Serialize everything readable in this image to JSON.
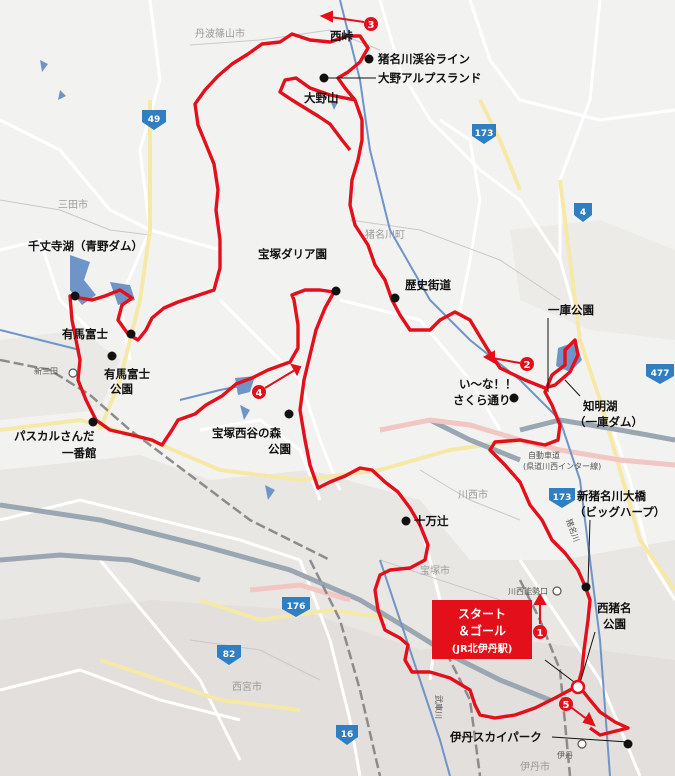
{
  "areas": {
    "tanba_sasayama": "丹波篠山市",
    "sanda": "三田市",
    "inagawa": "猪名川町",
    "kawanishi": "川西市",
    "takarazuka": "宝塚市",
    "nishinomiya": "西宮市",
    "itami": "伊丹市"
  },
  "places": {
    "nishitoge": "西峠",
    "inagawa_keikoku": "猪名川渓谷ライン",
    "ono_alps": "大野アルプスランド",
    "onoyama": "大野山",
    "senjoji_1": "千丈寺湖（青野ダム）",
    "takarazuka_dahlia": "宝塚ダリア園",
    "rekishi_kaido": "歴史街道",
    "ichiko_park": "一庫公園",
    "arima_fuji": "有馬富士",
    "arima_fuji_park_1": "有馬富士",
    "arima_fuji_park_2": "公園",
    "shinsanda": "新三田",
    "iina_1": "い～な！！",
    "iina_2": "さくら通り",
    "chimyo_1": "知明湖",
    "chimyo_2": "（一庫ダム）",
    "pascal_1": "パスカルさんだ",
    "pascal_2": "一番館",
    "takarazuka_nishitani_1": "宝塚西谷の森",
    "takarazuka_nishitani_2": "公園",
    "jitsumanji": "十万辻",
    "shin_inagawa_1": "新猪名川大橋",
    "shin_inagawa_2": "（ビッグハープ）",
    "nishi_inana_1": "西猪名",
    "nishi_inana_2": "公園",
    "kawanishi_noseguchi": "川西能勢口",
    "itami_skypark": "伊丹スカイパーク",
    "itami_station": "伊丹",
    "jidosha_1": "自動車道",
    "jidosha_2": "(県道川西インター線)",
    "inagawa_river": "猪名川",
    "muko_river": "武庫川"
  },
  "start": {
    "line1": "スタート",
    "line2": "＆ゴール",
    "line3": "(JR北伊丹駅)"
  },
  "routes": {
    "r49": "49",
    "r173a": "173",
    "r4": "4",
    "r477": "477",
    "r173b": "173",
    "r176": "176",
    "r82": "82",
    "r16": "16"
  },
  "markers": {
    "m1": "1",
    "m2": "2",
    "m3": "3",
    "m4": "4",
    "m5": "5"
  },
  "colors": {
    "route": "#e3101c",
    "road": "#ffffff",
    "highway": "#9aa6b2",
    "water": "#6f95c8",
    "pale_red": "#f2c6c3",
    "shield": "#2f7fc2"
  }
}
